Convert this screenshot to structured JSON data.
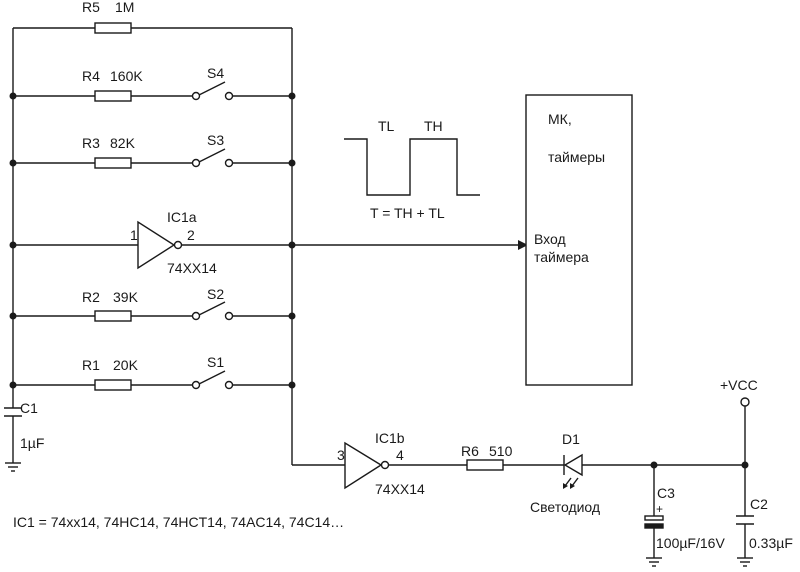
{
  "resistors": {
    "r5": {
      "ref": "R5",
      "value": "1M"
    },
    "r4": {
      "ref": "R4",
      "value": "160K"
    },
    "r3": {
      "ref": "R3",
      "value": "82K"
    },
    "r2": {
      "ref": "R2",
      "value": "39K"
    },
    "r1": {
      "ref": "R1",
      "value": "20K"
    },
    "r6": {
      "ref": "R6",
      "value": "510"
    }
  },
  "switches": {
    "s4": "S4",
    "s3": "S3",
    "s2": "S2",
    "s1": "S1"
  },
  "ic1a": {
    "ref": "IC1a",
    "type": "74XX14",
    "pin_in": "1",
    "pin_out": "2"
  },
  "ic1b": {
    "ref": "IC1b",
    "type": "74XX14",
    "pin_in": "3",
    "pin_out": "4"
  },
  "capacitors": {
    "c1": {
      "ref": "C1",
      "value": "1µF"
    },
    "c2": {
      "ref": "C2",
      "value": "0.33µF"
    },
    "c3": {
      "ref": "C3",
      "value": "100µF/16V",
      "polarity": "+"
    }
  },
  "led": {
    "ref": "D1",
    "label": "Светодиод"
  },
  "supply": {
    "label": "+VCC"
  },
  "waveform": {
    "tl": "TL",
    "th": "TH",
    "formula": "T = TH + TL"
  },
  "mcu": {
    "title": "МК,",
    "subtitle": "таймеры",
    "input_line1": "Вход",
    "input_line2": "таймера"
  },
  "note": "IC1 = 74xx14, 74HC14, 74HCT14, 74AC14, 74C14…"
}
